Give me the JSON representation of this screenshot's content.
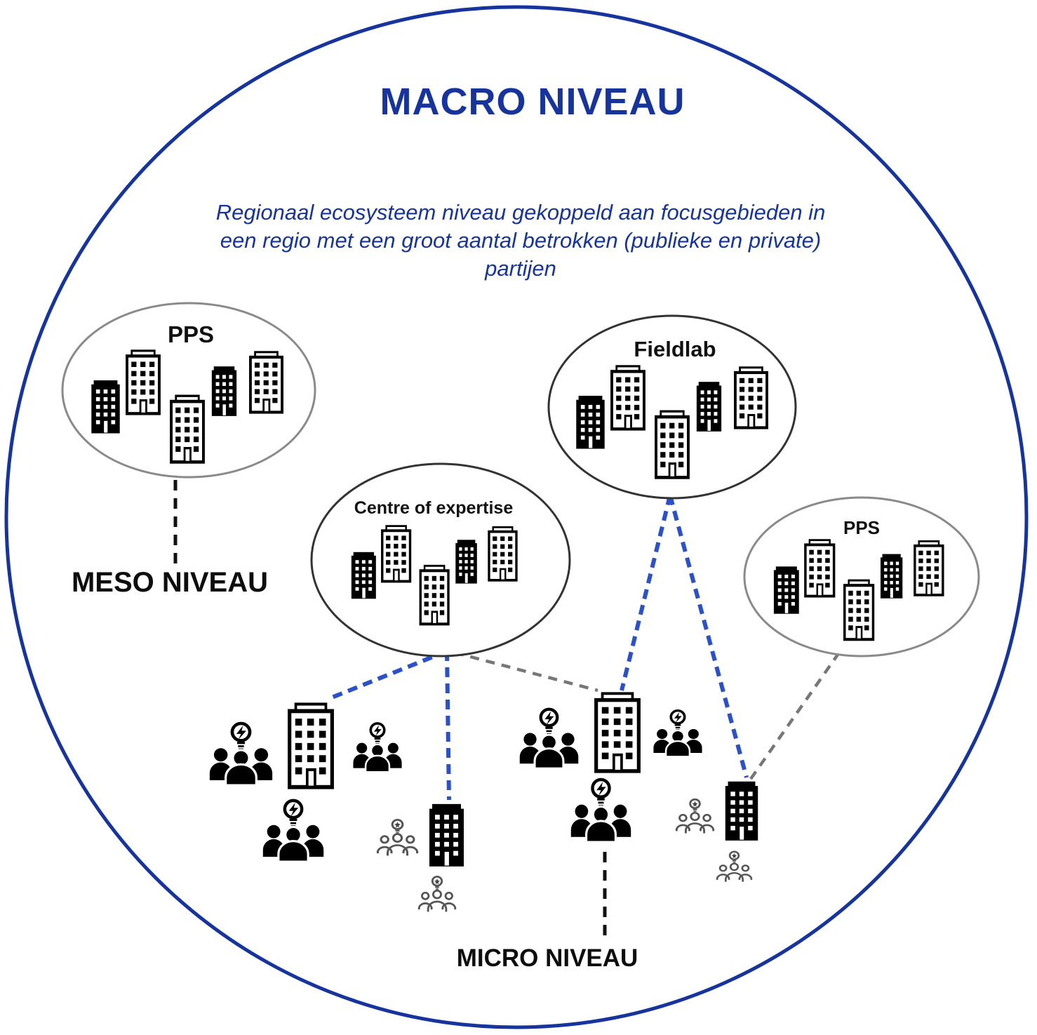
{
  "diagram": {
    "title": "MACRO NIVEAU",
    "subtitle": [
      "Regionaal ecosysteem niveau gekoppeld aan focusgebieden in",
      "een regio met een groot aantal betrokken (publieke en private)",
      "partijen"
    ],
    "labels": {
      "meso": "MESO NIVEAU",
      "micro": "MICRO NIVEAU"
    },
    "ellipses": [
      {
        "id": "pps-left",
        "label": "PPS"
      },
      {
        "id": "fieldlab",
        "label": "Fieldlab"
      },
      {
        "id": "centre-of-expertise",
        "label": "Centre of expertise"
      },
      {
        "id": "pps-right",
        "label": "PPS"
      }
    ],
    "icons": {
      "building_outline": "building-outline-icon",
      "building_solid": "building-solid-icon",
      "team_solid": "people-group-lightbulb-icon",
      "team_outline": "people-group-lightbulb-outline-icon"
    },
    "colors": {
      "primary_blue": "#16349B",
      "connector_blue": "#2B50C8",
      "connector_gray": "#777777",
      "line_black": "#111111",
      "ellipse_stroke_dark": "#333333",
      "ellipse_stroke_gray": "#8a8a8a",
      "icon_black": "#000000",
      "icon_gray": "#555555"
    }
  }
}
